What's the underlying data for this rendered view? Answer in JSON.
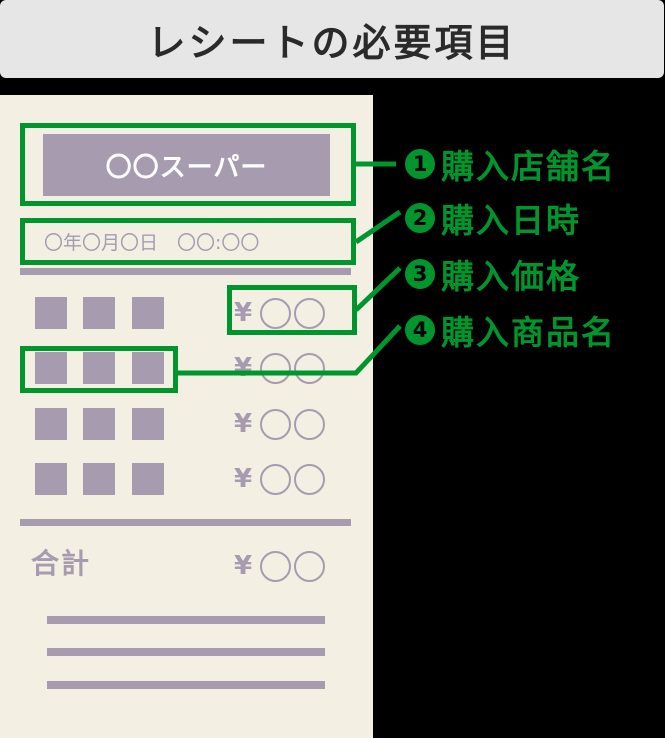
{
  "title": "レシートの必要項目",
  "receipt": {
    "store_name": "〇〇スーパー",
    "datetime": "〇年〇月〇日　〇〇:〇〇",
    "items": [
      {
        "name_placeholder": "■■■",
        "currency": "¥"
      },
      {
        "name_placeholder": "■■■",
        "currency": "¥"
      },
      {
        "name_placeholder": "■■■",
        "currency": "¥"
      },
      {
        "name_placeholder": "■■■",
        "currency": "¥"
      }
    ],
    "total_label": "合計",
    "total_currency": "¥"
  },
  "annotations": [
    {
      "number": "1",
      "label": "購入店舗名"
    },
    {
      "number": "2",
      "label": "購入日時"
    },
    {
      "number": "3",
      "label": "購入価格"
    },
    {
      "number": "4",
      "label": "購入商品名"
    }
  ],
  "colors": {
    "highlight": "#00962d",
    "receipt_bg": "#f3efe3",
    "receipt_ink": "#a79bb0",
    "title_bg": "#e6e6e6",
    "background": "#000000"
  }
}
